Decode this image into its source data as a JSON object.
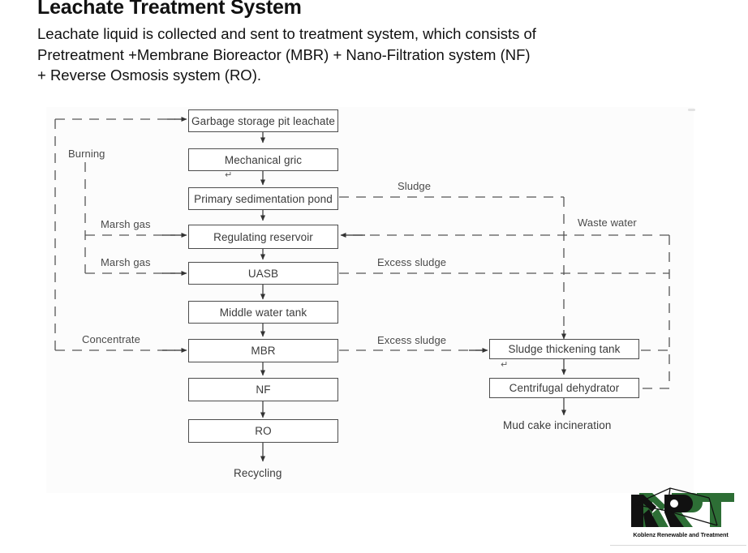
{
  "slide": {
    "title": "Leachate Treatment System",
    "subtitle": "Leachate liquid is collected and sent to treatment system, which consists of Pretreatment +Membrane Bioreactor (MBR) + Nano-Filtration system (NF) + Reverse Osmosis system (RO)."
  },
  "diagram": {
    "main_chain": [
      {
        "id": "garbage-storage-pit-leachate",
        "label": "Garbage storage pit leachate"
      },
      {
        "id": "mechanical-gric",
        "label": "Mechanical  gric"
      },
      {
        "id": "primary-sedimentation-pond",
        "label": "Primary sedimentation pond"
      },
      {
        "id": "regulating-reservoir",
        "label": "Regulating reservoir"
      },
      {
        "id": "uasb",
        "label": "UASB"
      },
      {
        "id": "middle-water-tank",
        "label": "Middle water tank"
      },
      {
        "id": "mbr",
        "label": "MBR"
      },
      {
        "id": "nf",
        "label": "NF"
      },
      {
        "id": "ro",
        "label": "RO"
      }
    ],
    "sludge_chain": [
      {
        "id": "sludge-thickening-tank",
        "label": "Sludge thickening tank"
      },
      {
        "id": "centrifugal-dehydrator",
        "label": "Centrifugal dehydrator"
      }
    ],
    "terminals": [
      {
        "id": "recycling",
        "label": "Recycling"
      },
      {
        "id": "mud-cake-incineration",
        "label": "Mud cake  incineration"
      }
    ],
    "edge_labels": [
      {
        "id": "burning",
        "label": "Burning"
      },
      {
        "id": "marsh-gas-1",
        "label": "Marsh gas"
      },
      {
        "id": "marsh-gas-2",
        "label": "Marsh gas"
      },
      {
        "id": "concentrate",
        "label": "Concentrate"
      },
      {
        "id": "sludge",
        "label": "Sludge"
      },
      {
        "id": "waste-water",
        "label": "Waste water"
      },
      {
        "id": "excess-sludge-1",
        "label": "Excess sludge"
      },
      {
        "id": "excess-sludge-2",
        "label": "Excess sludge"
      }
    ],
    "marks": {
      "pilcrow_mechanical": "↵",
      "pilcrow_sludge_tank": "↵"
    },
    "colors": {
      "panel_background": "#fcfcfc",
      "box_border": "#4d4d4d",
      "box_text": "#3b3b3b",
      "connector": "#555555"
    }
  },
  "logo": {
    "letters": "KRT",
    "caption": "Koblenz Renewable and Treatment",
    "colors": {
      "dark": "#111111",
      "green": "#2d6e35"
    }
  }
}
